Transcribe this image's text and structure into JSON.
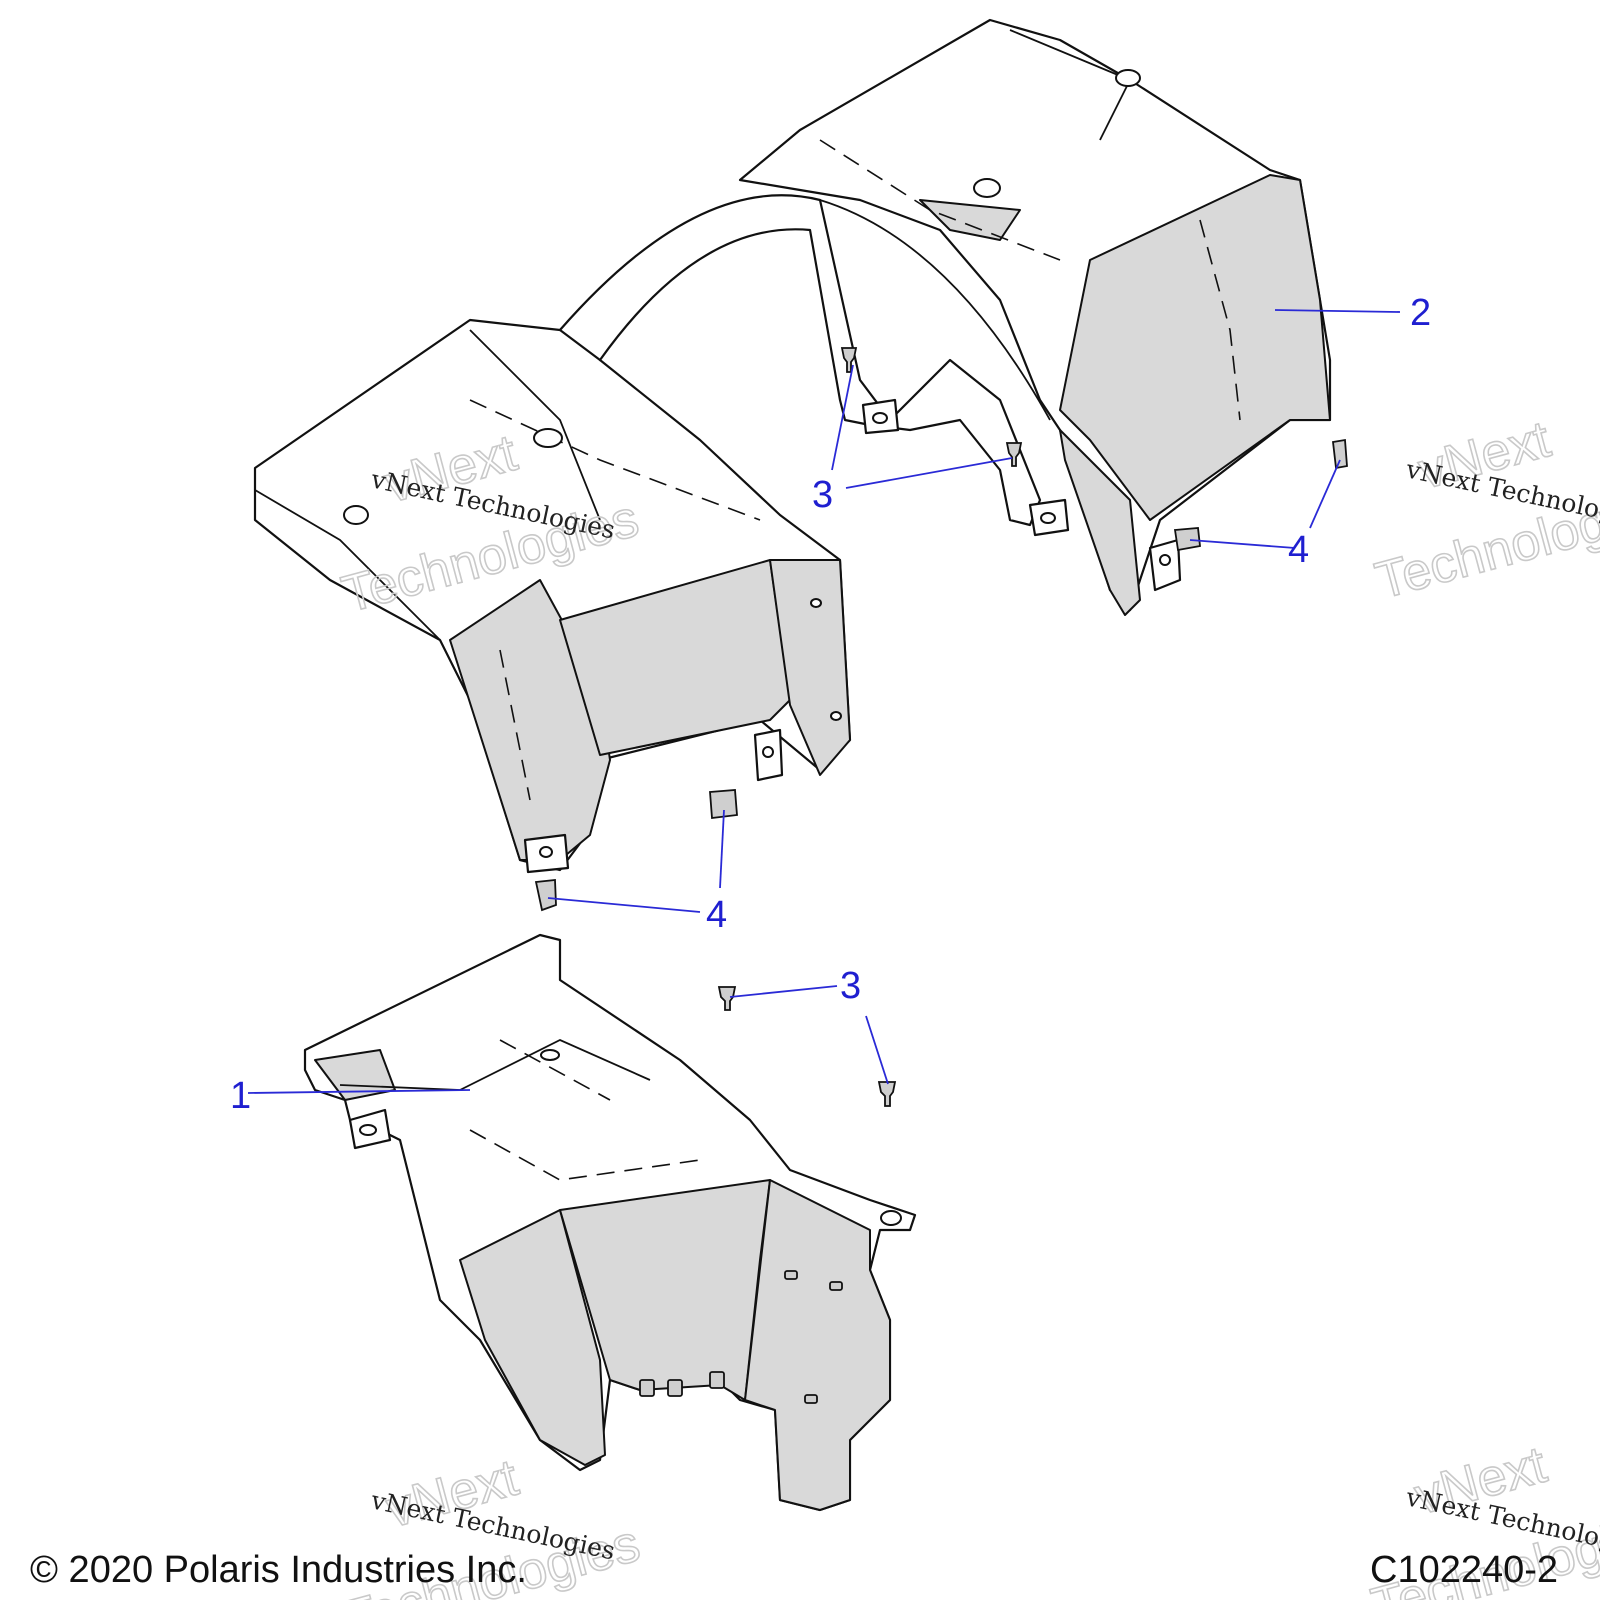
{
  "callouts": {
    "c1": "1",
    "c2": "2",
    "c3_top": "3",
    "c3_bottom": "3",
    "c4_right": "4",
    "c4_left": "4"
  },
  "watermark": {
    "line": "vNext Technologies",
    "big_top": "vNext",
    "big_bottom": "Technologies"
  },
  "footer": {
    "copyright": "© 2020 Polaris Industries Inc.",
    "drawing_number": "C102240-2"
  },
  "colors": {
    "callout": "#1f1fd0",
    "leader": "#2a2ad6",
    "shade": "#d9d9d9"
  }
}
